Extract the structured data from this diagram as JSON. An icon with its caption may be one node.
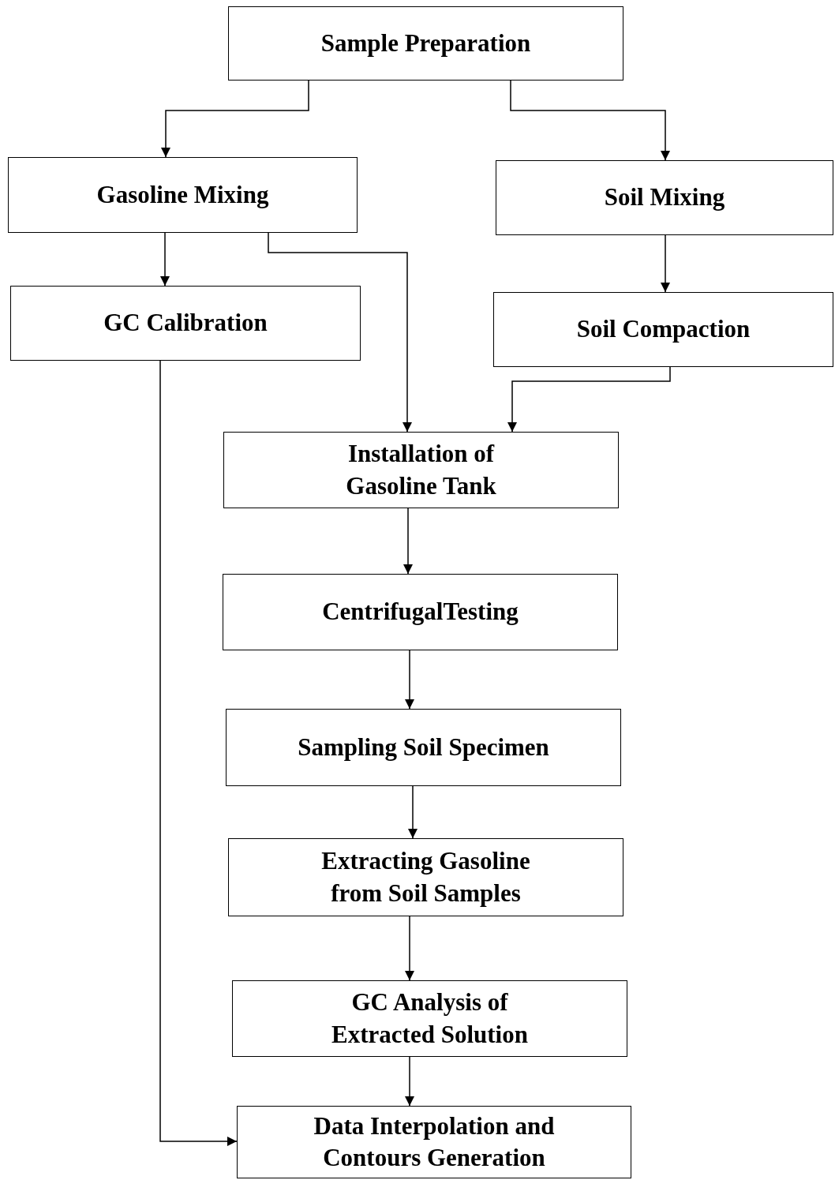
{
  "diagram": {
    "nodes": [
      {
        "text": [
          "Sample Preparation"
        ]
      },
      {
        "text": [
          "Gasoline Mixing"
        ]
      },
      {
        "text": [
          "Soil Mixing"
        ]
      },
      {
        "text": [
          "GC Calibration"
        ]
      },
      {
        "text": [
          "Soil Compaction"
        ]
      },
      {
        "text": [
          "Installation of Gasoline Tank"
        ]
      },
      {
        "text": [
          "CentrifugalTesting"
        ]
      },
      {
        "text": [
          "Sampling Soil Specimen"
        ]
      },
      {
        "text": [
          "Extracting Gasoline from Soil Samples"
        ]
      },
      {
        "text": [
          "GC Analysis of Extracted Solution"
        ]
      },
      {
        "text": [
          "Data Interpolation and Contours Generation"
        ]
      }
    ],
    "edges": [
      {
        "from": 0,
        "to": 1,
        "arrow": "to"
      },
      {
        "from": 0,
        "to": 2,
        "arrow": "to"
      },
      {
        "from": 1,
        "to": 3,
        "arrow": "to"
      },
      {
        "from": 1,
        "to": 5,
        "arrow": "to"
      },
      {
        "from": 2,
        "to": 4,
        "arrow": "to"
      },
      {
        "from": 4,
        "to": 5,
        "arrow": "to"
      },
      {
        "from": 3,
        "to": 10,
        "arrow": "to"
      },
      {
        "from": 5,
        "to": 6,
        "arrow": "to"
      },
      {
        "from": 6,
        "to": 7,
        "arrow": "to"
      },
      {
        "from": 7,
        "to": 8,
        "arrow": "to"
      },
      {
        "from": 8,
        "to": 9,
        "arrow": "to"
      },
      {
        "from": 9,
        "to": 10,
        "arrow": "to"
      }
    ]
  }
}
